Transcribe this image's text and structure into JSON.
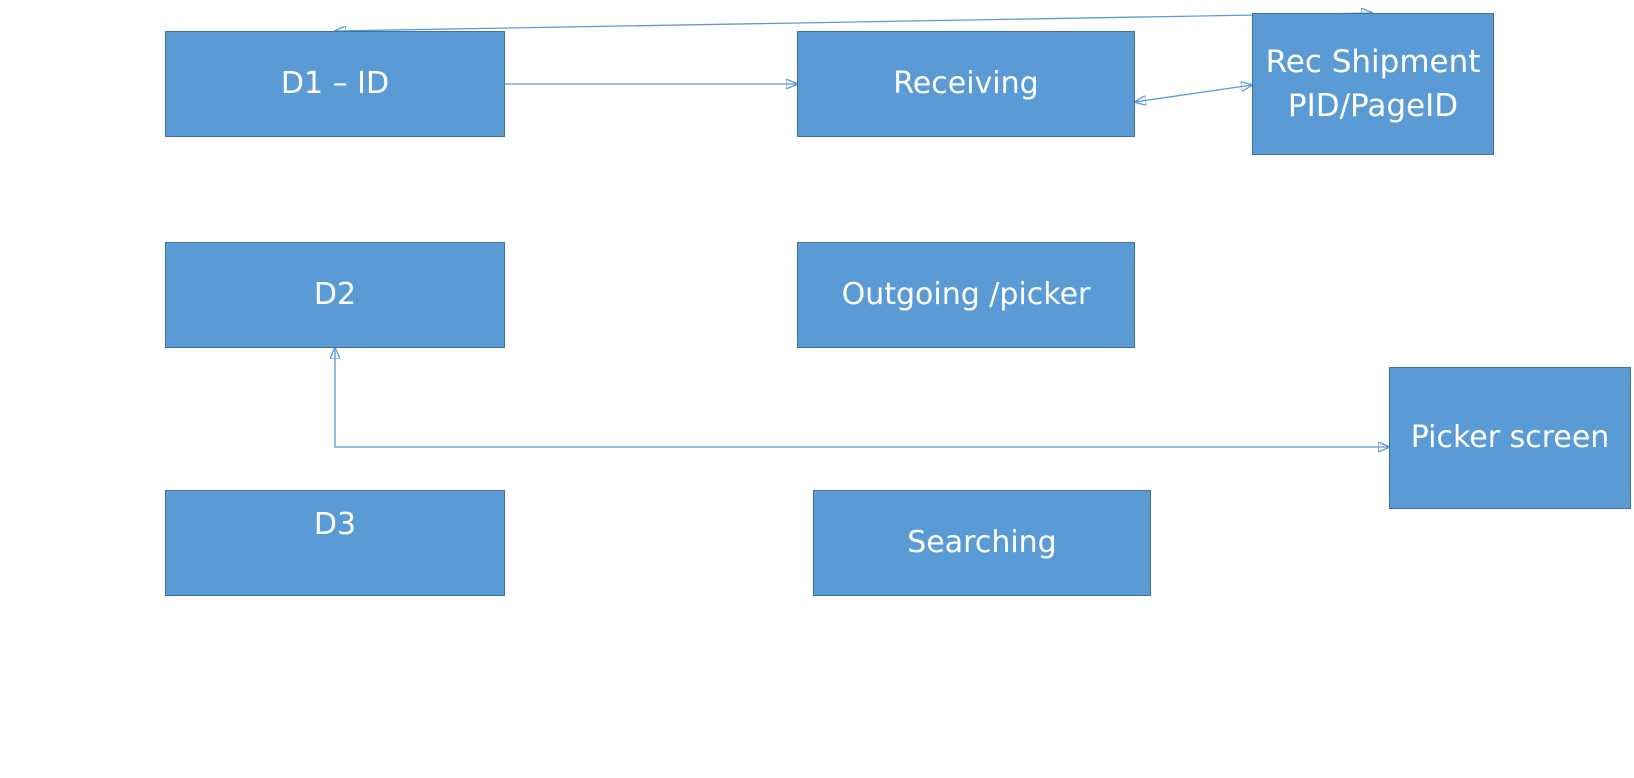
{
  "diagram": {
    "nodes": {
      "d1": {
        "label": "D1 – ID"
      },
      "receiving": {
        "label": "Receiving"
      },
      "rec_shipment": {
        "line1": "Rec Shipment",
        "line2": "PID/PageID"
      },
      "d2": {
        "label": "D2"
      },
      "outgoing": {
        "label": "Outgoing /picker"
      },
      "picker_screen": {
        "label": "Picker screen"
      },
      "d3": {
        "label": "D3"
      },
      "searching": {
        "label": "Searching"
      }
    },
    "edges": [
      {
        "from": "d1",
        "to": "receiving",
        "type": "single-arrow"
      },
      {
        "from": "receiving",
        "to": "rec_shipment",
        "type": "double-arrow"
      },
      {
        "from": "rec_shipment",
        "to": "d1",
        "type": "double-arrow"
      },
      {
        "from": "d2",
        "to": "picker_screen",
        "type": "double-arrow-elbow"
      }
    ],
    "colors": {
      "box_fill": "#5b9bd5",
      "box_border": "#41719c",
      "connector": "#5b9bd5",
      "text": "#ffffff"
    }
  }
}
